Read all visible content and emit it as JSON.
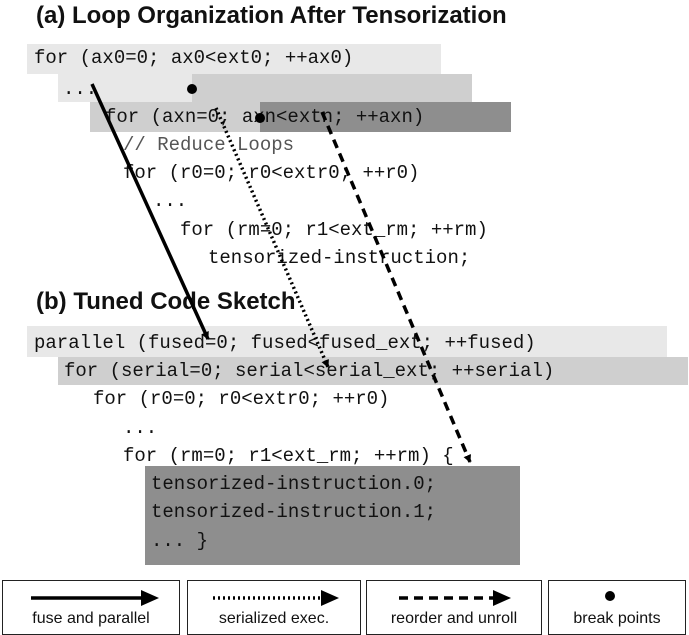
{
  "colors": {
    "light_gray": "#e8e8e8",
    "mid_gray": "#cfcfcf",
    "dark_gray": "#8e8e8e",
    "text": "#111111",
    "comment": "#555555"
  },
  "section_a": {
    "title": "(a) Loop Organization After Tensorization",
    "lines": [
      "for (ax0=0; ax0<ext0; ++ax0)",
      "...",
      "for (axn=0; axn<extn; ++axn)",
      "// Reduce Loops",
      "for (r0=0; r0<extr0; ++r0)",
      "...",
      "for (rm=0; r1<ext_rm; ++rm)",
      "tensorized-instruction;"
    ]
  },
  "section_b": {
    "title": "(b) Tuned Code Sketch",
    "lines": [
      "parallel (fused=0; fused<fused_ext; ++fused)",
      "for (serial=0; serial<serial_ext; ++serial)",
      "for (r0=0; r0<extr0; ++r0)",
      "...",
      "for (rm=0; r1<ext_rm; ++rm) {",
      "tensorized-instruction.0;",
      "tensorized-instruction.1;",
      "... }"
    ]
  },
  "legend": [
    {
      "label": "fuse and parallel",
      "icon": "solid-arrow-icon"
    },
    {
      "label": "serialized exec.",
      "icon": "dotted-arrow-icon"
    },
    {
      "label": "reorder and unroll",
      "icon": "dashed-arrow-icon"
    },
    {
      "label": "break points",
      "icon": "dot-icon"
    }
  ]
}
